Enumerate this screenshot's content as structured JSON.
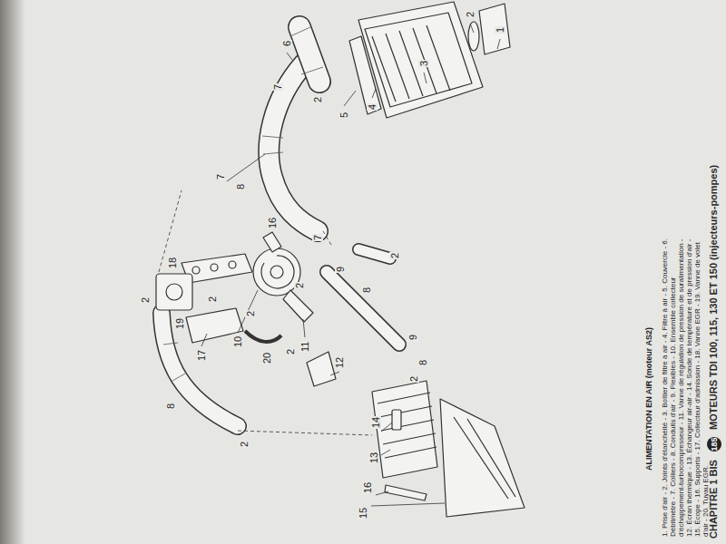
{
  "diagram": {
    "title": "ALIMENTATION EN AIR (moteur AS2)",
    "caption": "1. Prise d'air - 2. Joints d'étanchéité - 3. Boîtier de filtre à air - 4. Filtre à air - 5. Couvercle - 6. Débitmètre - 7. Colliers - 8. Conduits d'air - 9. Flexibles - 10. Ensemble collecteur d'échappement-turbocompresseur - 11. Vanne de régulation de pression de suralimentation - 12. Écran thermique - 13. Échangeur air-air - 14. Sonde de température et de pression d'air - 15. Écope - 16. Supports - 17. Collecteur d'admission - 18. Vanne EGR - 19. Vanne de volet d'air - 20. Tuyau EGR.",
    "labels": [
      "CHAPITRE 1 BIS",
      "185",
      "MOTEURS TDI 100, 115, 130 ET 150 (injecteurs-pompes)",
      "1",
      "2",
      "3",
      "4",
      "5",
      "2",
      "6",
      "7",
      "7",
      "8",
      "2",
      "7",
      "9",
      "8",
      "2",
      "16",
      "10",
      "11",
      "12",
      "2",
      "18",
      "19",
      "2",
      "17",
      "2",
      "20",
      "2",
      "8",
      "2",
      "9",
      "8",
      "2",
      "14",
      "13",
      "16",
      "15"
    ]
  }
}
